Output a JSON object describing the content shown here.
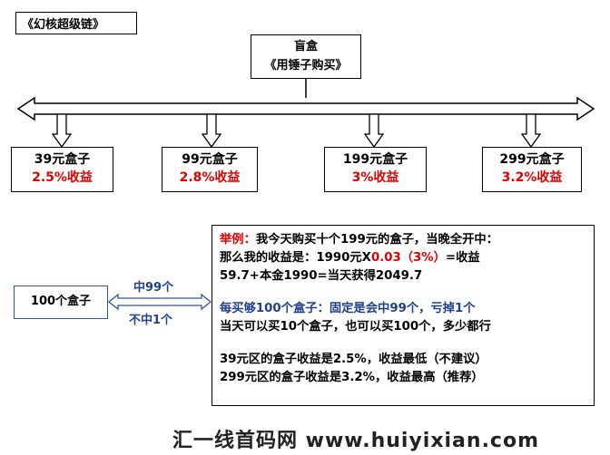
{
  "title": "《幻核超级链》",
  "top": {
    "line1": "盲盒",
    "line2": "《用锤子购买》"
  },
  "tiers": [
    {
      "name": "39元盒子",
      "rate": "2.5%收益"
    },
    {
      "name": "99元盒子",
      "rate": "2.8%收益"
    },
    {
      "name": "199元盒子",
      "rate": "3%收益"
    },
    {
      "name": "299元盒子",
      "rate": "3.2%收益"
    }
  ],
  "left_box": "100个盒子",
  "arrow_labels": {
    "hit": "中99个",
    "miss": "不中1个"
  },
  "info": {
    "example_label": "举例：",
    "example_text": "我今天购买十个199元的盒子，当晚全开中：",
    "line2_a": "那么我的收益是：1990元X",
    "line2_red": "0.03（3%）",
    "line2_b": "=收益",
    "line3": "59.7+本金1990=当天获得2049.7",
    "line4": "每买够100个盒子：固定是会中99个，亏掉1个",
    "line5": "当天可以买10个盒子，也可以买100个，多少都行",
    "line6": "39元区的盒子收益是2.5%，收益最低（不建议）",
    "line7": "299元区的盒子收益是3.2%，收益最高（推荐）"
  },
  "watermark": "汇一线首码网 www.huiyixian.com",
  "colors": {
    "red": "#e00000",
    "blue": "#1f3f8f"
  }
}
